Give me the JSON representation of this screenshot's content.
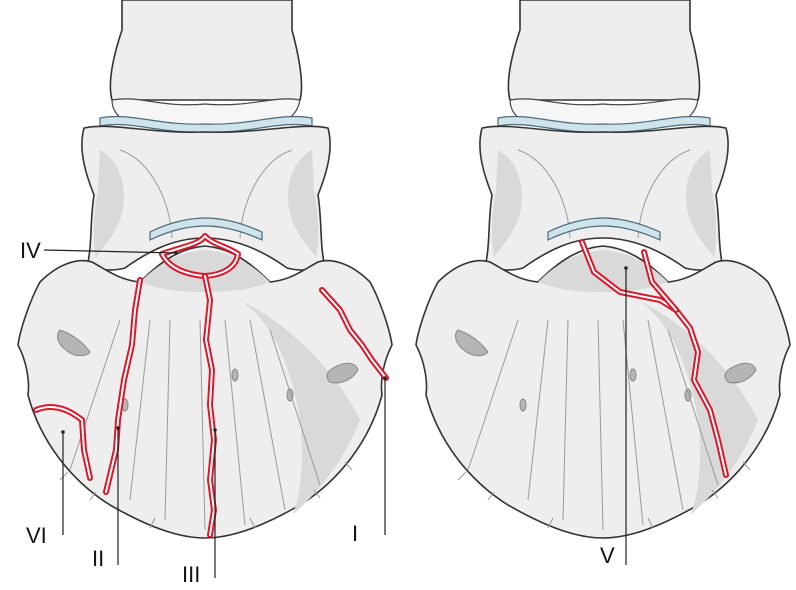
{
  "figure": {
    "labels": {
      "I": "I",
      "II": "II",
      "III": "III",
      "IV": "IV",
      "V": "V",
      "VI": "VI"
    }
  },
  "colors": {
    "fracture": "#d8182c",
    "bone": "#eeeeee",
    "cartilage": "#cfe3ea",
    "outline": "#333333"
  }
}
